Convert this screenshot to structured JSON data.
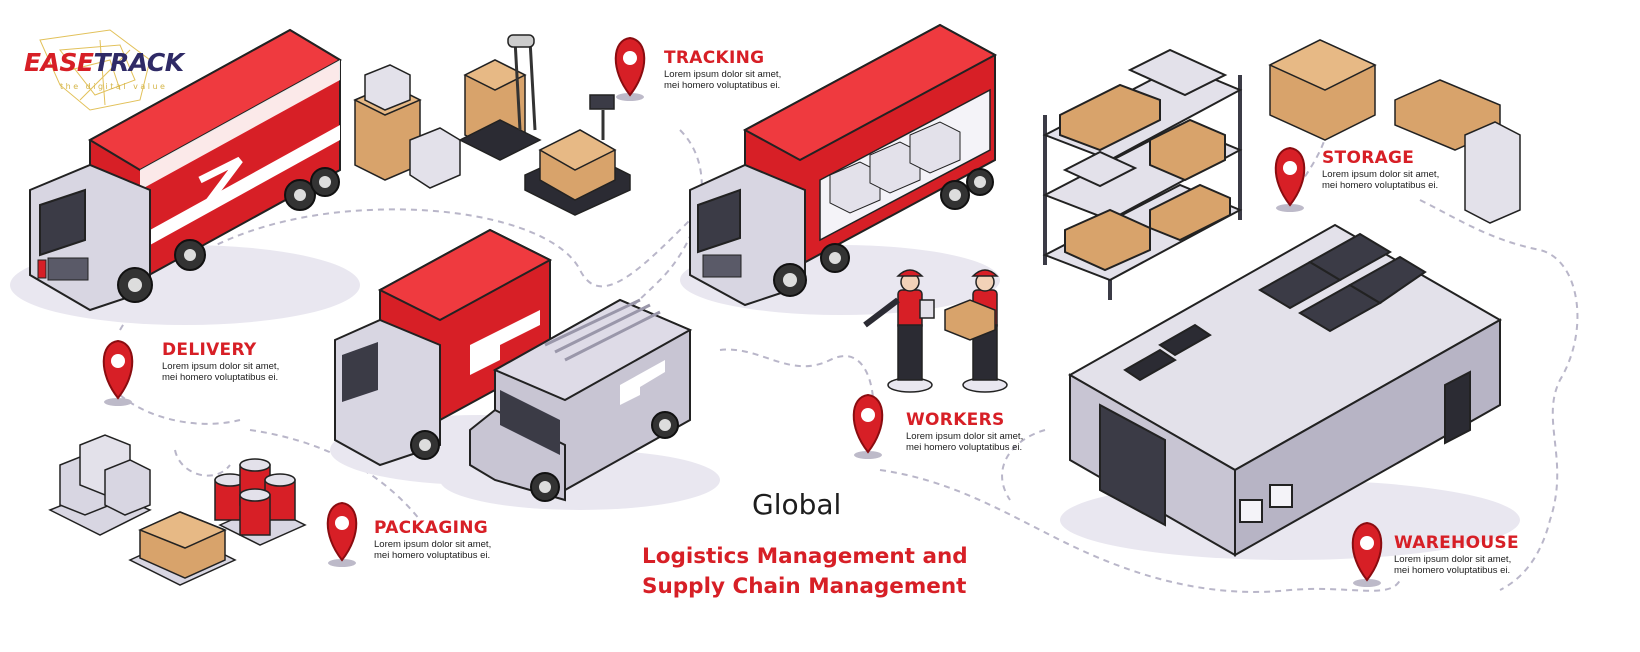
{
  "brand": {
    "name_part1": "EASE",
    "name_part2": "TRACK",
    "tagline": "the digital value"
  },
  "heading": {
    "kicker": "Global",
    "title_line1": "Logistics Management and",
    "title_line2": "Supply Chain Management"
  },
  "sections": {
    "tracking": {
      "title": "TRACKING",
      "line1": "Lorem ipsum dolor sit amet,",
      "line2": "mei homero voluptatibus ei."
    },
    "storage": {
      "title": "STORAGE",
      "line1": "Lorem ipsum dolor sit amet,",
      "line2": "mei homero voluptatibus ei."
    },
    "delivery": {
      "title": "DELIVERY",
      "line1": "Lorem ipsum dolor sit amet,",
      "line2": "mei homero voluptatibus ei."
    },
    "workers": {
      "title": "WORKERS",
      "line1": "Lorem ipsum dolor sit amet,",
      "line2": "mei homero voluptatibus ei."
    },
    "packaging": {
      "title": "PACKAGING",
      "line1": "Lorem ipsum dolor sit amet,",
      "line2": "mei homero voluptatibus ei."
    },
    "warehouse": {
      "title": "WAREHOUSE",
      "line1": "Lorem ipsum dolor sit amet,",
      "line2": "mei homero voluptatibus ei."
    }
  },
  "colors": {
    "accent": "#d71f26",
    "navy": "#2f2a66",
    "gold": "#d5b64a",
    "grey": "#c8c5d3",
    "cardboard": "#d8a36b"
  },
  "icons": [
    "map-pin-icon",
    "truck-icon",
    "van-icon",
    "warehouse-icon",
    "shelf-icon",
    "box-icon",
    "scale-icon",
    "worker-icon"
  ]
}
